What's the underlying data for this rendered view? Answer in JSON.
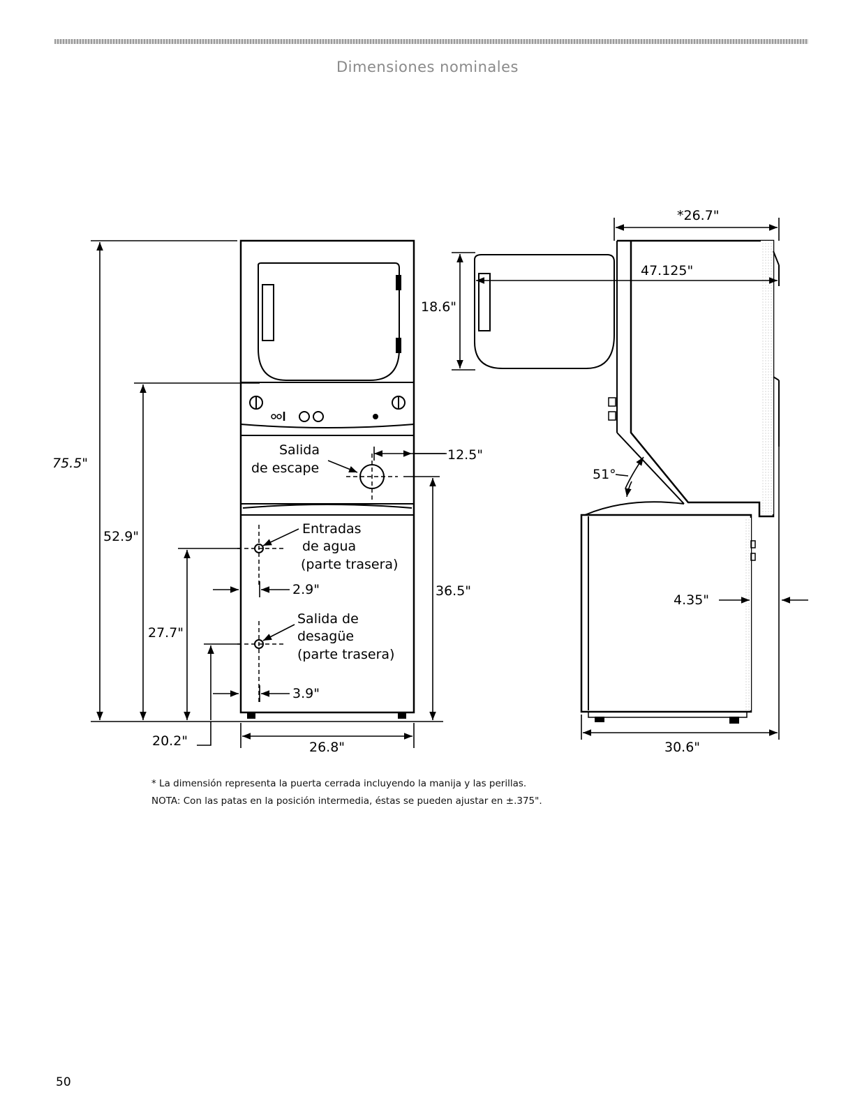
{
  "header": {
    "title": "Dimensiones nominales"
  },
  "front_view": {
    "dim_overall_height": "75.5\"",
    "dim_dryer_bottom_height": "52.9\"",
    "dim_water_inlet_height": "27.7\"",
    "dim_drain_height": "20.2\"",
    "dim_width": "26.8\"",
    "dim_exhaust_height": "36.5\"",
    "dim_exhaust_offset": "12.5\"",
    "dim_inlet_offset": "2.9\"",
    "dim_drain_offset": "3.9\"",
    "label_exhaust": [
      "Salida",
      "de escape"
    ],
    "label_water_inlets": [
      "Entradas",
      "de agua",
      "(parte trasera)"
    ],
    "label_drain": [
      "Salida de",
      "desagüe",
      "(parte trasera)"
    ]
  },
  "side_view": {
    "dim_depth_door_closed": "*26.7\"",
    "dim_depth_door_open": "47.125\"",
    "dim_door_height": "18.6\"",
    "dim_lid_angle": "51°",
    "dim_side_offset": "4.35\"",
    "dim_overall_depth": "30.6\""
  },
  "notes": {
    "footnote": "* La dimensión representa la puerta cerrada incluyendo la manija y las perillas.",
    "nota": "NOTA: Con las patas en la posición intermedia, éstas se pueden ajustar en ±.375\"."
  },
  "page_number": "50"
}
